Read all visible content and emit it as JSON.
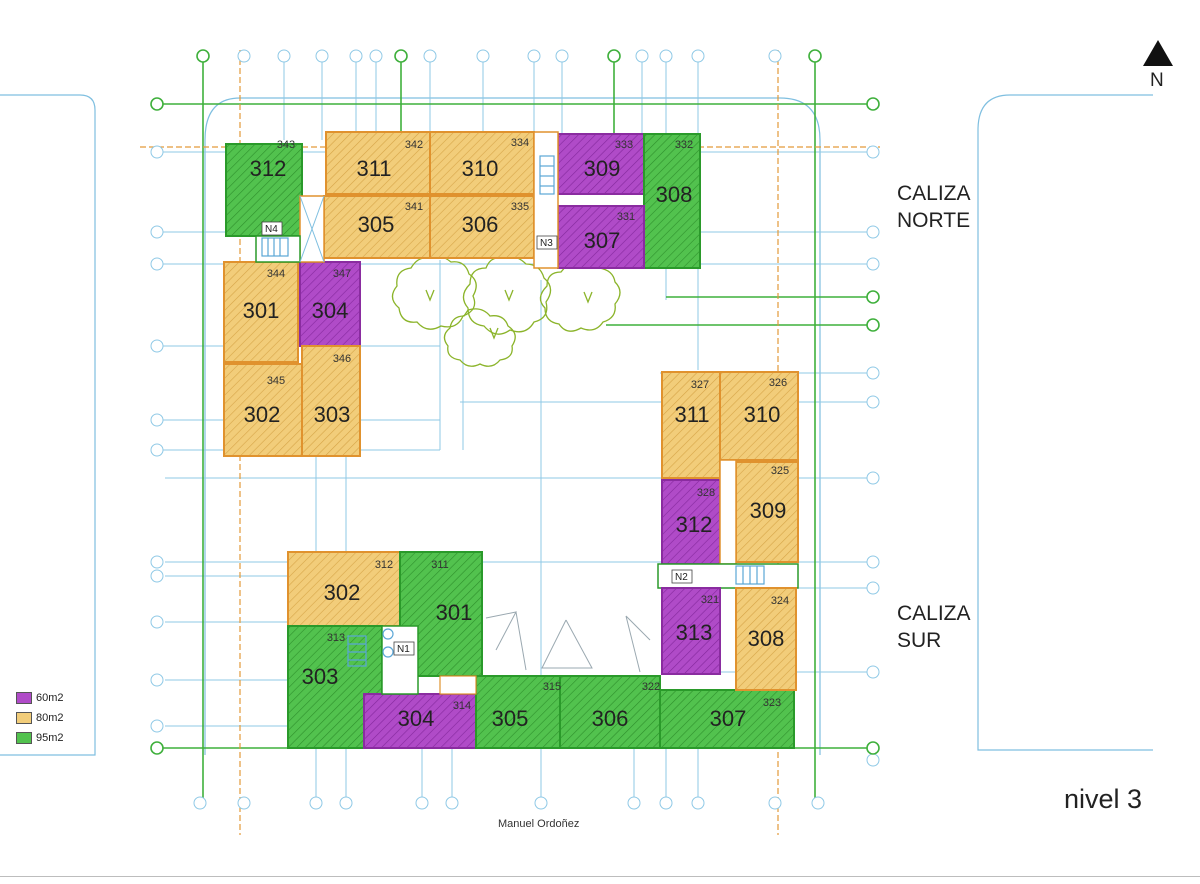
{
  "legend": {
    "items": [
      {
        "label": "60m2",
        "color": "#b04bc8"
      },
      {
        "label": "80m2",
        "color": "#f2cd7a"
      },
      {
        "label": "95m2",
        "color": "#52c24e"
      }
    ]
  },
  "blocks": {
    "north": {
      "line1": "CALIZA",
      "line2": "NORTE"
    },
    "south": {
      "line1": "CALIZA",
      "line2": "SUR"
    }
  },
  "north_arrow": {
    "label": "N"
  },
  "level_label": "nivel 3",
  "street_label": "Manuel Ordoñez",
  "stair_labels": [
    "N4",
    "N3",
    "N2",
    "N1"
  ],
  "units": {
    "north": [
      {
        "number": "312",
        "sub": "343",
        "size": "95m2"
      },
      {
        "number": "311",
        "sub": "342",
        "size": "80m2"
      },
      {
        "number": "310",
        "sub": "334",
        "size": "80m2"
      },
      {
        "number": "309",
        "sub": "333",
        "size": "60m2"
      },
      {
        "number": "308",
        "sub": "332",
        "size": "95m2"
      },
      {
        "number": "305",
        "sub": "341",
        "size": "80m2"
      },
      {
        "number": "306",
        "sub": "335",
        "size": "80m2"
      },
      {
        "number": "307",
        "sub": "331",
        "size": "60m2"
      },
      {
        "number": "301",
        "sub": "344",
        "size": "80m2"
      },
      {
        "number": "304",
        "sub": "347",
        "size": "60m2"
      },
      {
        "number": "302",
        "sub": "345",
        "size": "80m2"
      },
      {
        "number": "303",
        "sub": "346",
        "size": "80m2"
      },
      {
        "number": "311",
        "sub": "327",
        "size": "80m2"
      },
      {
        "number": "310",
        "sub": "326",
        "size": "80m2"
      },
      {
        "number": "309",
        "sub": "325",
        "size": "80m2"
      },
      {
        "number": "312",
        "sub": "328",
        "size": "60m2"
      }
    ],
    "south": [
      {
        "number": "302",
        "sub": "312",
        "size": "80m2"
      },
      {
        "number": "301",
        "sub": "311",
        "size": "95m2"
      },
      {
        "number": "303",
        "sub": "313",
        "size": "95m2"
      },
      {
        "number": "304",
        "sub": "314",
        "size": "60m2"
      },
      {
        "number": "305",
        "sub": "315",
        "size": "95m2"
      },
      {
        "number": "306",
        "sub": "",
        "size": "95m2"
      },
      {
        "number": "307",
        "sub": "323",
        "size": "95m2"
      },
      {
        "number": "313",
        "sub": "321",
        "size": "60m2"
      },
      {
        "number": "308",
        "sub": "324",
        "size": "80m2"
      }
    ]
  },
  "misc_sub": {
    "label": "322"
  }
}
